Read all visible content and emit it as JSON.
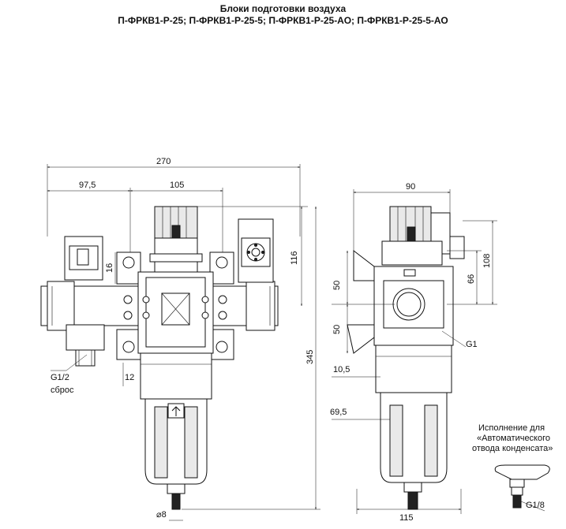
{
  "title": {
    "line1": "Блоки подготовки воздуха",
    "line2": "П-ФРКВ1-Р-25; П-ФРКВ1-Р-25-5; П-ФРКВ1-Р-25-АО; П-ФРКВ1-Р-25-5-АО"
  },
  "front_view": {
    "dim_total_width": "270",
    "dim_left_width": "97,5",
    "dim_mid_width": "105",
    "dim_height_top": "116",
    "dim_height_total": "345",
    "dim_small_16": "16",
    "dim_small_12": "12",
    "dim_drain": "⌀8",
    "label_port": "G1/2",
    "label_reset": "сброс"
  },
  "side_view": {
    "dim_width_top": "90",
    "dim_50_upper": "50",
    "dim_50_lower": "50",
    "dim_66": "66",
    "dim_108": "108",
    "dim_10_5": "10,5",
    "dim_69_5": "69,5",
    "dim_bottom": "115",
    "label_port": "G1"
  },
  "auto_drain": {
    "line1": "Исполнение для",
    "line2": "«Автоматического",
    "line3": "отвода конденсата»",
    "label_port": "G1/8"
  },
  "colors": {
    "line": "#111111",
    "fill": "#ffffff",
    "shade": "#e9e9e9"
  }
}
